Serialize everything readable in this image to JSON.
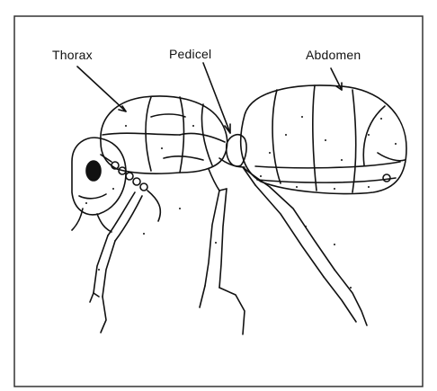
{
  "labels": {
    "thorax": "Thorax",
    "pedicel": "Pedicel",
    "abdomen": "Abdomen"
  },
  "colors": {
    "ink": "#111111",
    "background": "#ffffff",
    "frame": "#333333"
  }
}
